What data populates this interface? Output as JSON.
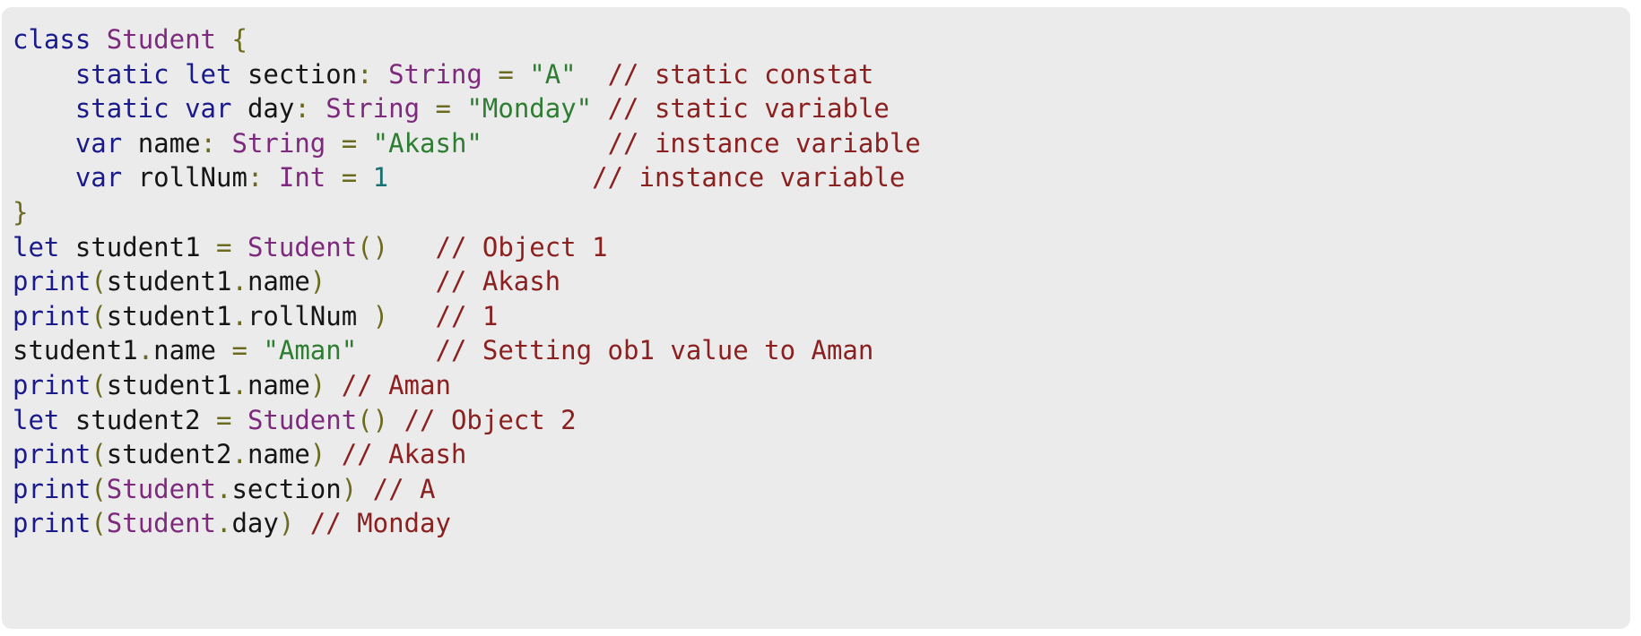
{
  "panel": {
    "background_color": "#ebebeb",
    "page_background_color": "#ffffff",
    "corner_radius": "11px"
  },
  "theme": {
    "keyword_color": "#1a1a8c",
    "type_color": "#7d2a7d",
    "string_color": "#2e7d32",
    "comment_color": "#8b2020",
    "punctuation_color": "#6b6b1f",
    "number_color": "#1a7070",
    "plain_color": "#151515"
  },
  "code": {
    "language": "swift",
    "lines": [
      {
        "index": 0,
        "text": "class Student {",
        "tokens": [
          {
            "t": "class",
            "k": "keyword"
          },
          {
            "t": " ",
            "k": "plain"
          },
          {
            "t": "Student",
            "k": "type"
          },
          {
            "t": " ",
            "k": "plain"
          },
          {
            "t": "{",
            "k": "punct"
          }
        ]
      },
      {
        "index": 1,
        "text": "    static let section: String = \"A\"  // static constat",
        "tokens": [
          {
            "t": "    ",
            "k": "plain"
          },
          {
            "t": "static",
            "k": "keyword"
          },
          {
            "t": " ",
            "k": "plain"
          },
          {
            "t": "let",
            "k": "keyword"
          },
          {
            "t": " ",
            "k": "plain"
          },
          {
            "t": "section",
            "k": "plain"
          },
          {
            "t": ":",
            "k": "punct"
          },
          {
            "t": " ",
            "k": "plain"
          },
          {
            "t": "String",
            "k": "type"
          },
          {
            "t": " ",
            "k": "plain"
          },
          {
            "t": "=",
            "k": "punct"
          },
          {
            "t": " ",
            "k": "plain"
          },
          {
            "t": "\"A\"",
            "k": "string"
          },
          {
            "t": "  ",
            "k": "plain"
          },
          {
            "t": "// static constat",
            "k": "comment"
          }
        ]
      },
      {
        "index": 2,
        "text": "    static var day: String = \"Monday\" // static variable",
        "tokens": [
          {
            "t": "    ",
            "k": "plain"
          },
          {
            "t": "static",
            "k": "keyword"
          },
          {
            "t": " ",
            "k": "plain"
          },
          {
            "t": "var",
            "k": "keyword"
          },
          {
            "t": " ",
            "k": "plain"
          },
          {
            "t": "day",
            "k": "plain"
          },
          {
            "t": ":",
            "k": "punct"
          },
          {
            "t": " ",
            "k": "plain"
          },
          {
            "t": "String",
            "k": "type"
          },
          {
            "t": " ",
            "k": "plain"
          },
          {
            "t": "=",
            "k": "punct"
          },
          {
            "t": " ",
            "k": "plain"
          },
          {
            "t": "\"Monday\"",
            "k": "string"
          },
          {
            "t": " ",
            "k": "plain"
          },
          {
            "t": "// static variable",
            "k": "comment"
          }
        ]
      },
      {
        "index": 3,
        "text": "    var name: String = \"Akash\"        // instance variable",
        "tokens": [
          {
            "t": "    ",
            "k": "plain"
          },
          {
            "t": "var",
            "k": "keyword"
          },
          {
            "t": " ",
            "k": "plain"
          },
          {
            "t": "name",
            "k": "plain"
          },
          {
            "t": ":",
            "k": "punct"
          },
          {
            "t": " ",
            "k": "plain"
          },
          {
            "t": "String",
            "k": "type"
          },
          {
            "t": " ",
            "k": "plain"
          },
          {
            "t": "=",
            "k": "punct"
          },
          {
            "t": " ",
            "k": "plain"
          },
          {
            "t": "\"Akash\"",
            "k": "string"
          },
          {
            "t": "        ",
            "k": "plain"
          },
          {
            "t": "// instance variable",
            "k": "comment"
          }
        ]
      },
      {
        "index": 4,
        "text": "    var rollNum: Int = 1             // instance variable",
        "tokens": [
          {
            "t": "    ",
            "k": "plain"
          },
          {
            "t": "var",
            "k": "keyword"
          },
          {
            "t": " ",
            "k": "plain"
          },
          {
            "t": "rollNum",
            "k": "plain"
          },
          {
            "t": ":",
            "k": "punct"
          },
          {
            "t": " ",
            "k": "plain"
          },
          {
            "t": "Int",
            "k": "type"
          },
          {
            "t": " ",
            "k": "plain"
          },
          {
            "t": "=",
            "k": "punct"
          },
          {
            "t": " ",
            "k": "plain"
          },
          {
            "t": "1",
            "k": "number"
          },
          {
            "t": "             ",
            "k": "plain"
          },
          {
            "t": "// instance variable",
            "k": "comment"
          }
        ]
      },
      {
        "index": 5,
        "text": "}",
        "tokens": [
          {
            "t": "}",
            "k": "punct"
          }
        ]
      },
      {
        "index": 6,
        "text": "let student1 = Student()   // Object 1",
        "tokens": [
          {
            "t": "let",
            "k": "keyword"
          },
          {
            "t": " ",
            "k": "plain"
          },
          {
            "t": "student1",
            "k": "plain"
          },
          {
            "t": " ",
            "k": "plain"
          },
          {
            "t": "=",
            "k": "punct"
          },
          {
            "t": " ",
            "k": "plain"
          },
          {
            "t": "Student",
            "k": "type"
          },
          {
            "t": "()",
            "k": "punct"
          },
          {
            "t": "   ",
            "k": "plain"
          },
          {
            "t": "// Object 1",
            "k": "comment"
          }
        ]
      },
      {
        "index": 7,
        "text": "print(student1.name)       // Akash",
        "tokens": [
          {
            "t": "print",
            "k": "keyword"
          },
          {
            "t": "(",
            "k": "punct"
          },
          {
            "t": "student1",
            "k": "plain"
          },
          {
            "t": ".",
            "k": "punct"
          },
          {
            "t": "name",
            "k": "plain"
          },
          {
            "t": ")",
            "k": "punct"
          },
          {
            "t": "       ",
            "k": "plain"
          },
          {
            "t": "// Akash",
            "k": "comment"
          }
        ]
      },
      {
        "index": 8,
        "text": "print(student1.rollNum )   // 1",
        "tokens": [
          {
            "t": "print",
            "k": "keyword"
          },
          {
            "t": "(",
            "k": "punct"
          },
          {
            "t": "student1",
            "k": "plain"
          },
          {
            "t": ".",
            "k": "punct"
          },
          {
            "t": "rollNum",
            "k": "plain"
          },
          {
            "t": " ",
            "k": "plain"
          },
          {
            "t": ")",
            "k": "punct"
          },
          {
            "t": "   ",
            "k": "plain"
          },
          {
            "t": "// 1",
            "k": "comment"
          }
        ]
      },
      {
        "index": 9,
        "text": "student1.name = \"Aman\"     // Setting ob1 value to Aman",
        "tokens": [
          {
            "t": "student1",
            "k": "plain"
          },
          {
            "t": ".",
            "k": "punct"
          },
          {
            "t": "name",
            "k": "plain"
          },
          {
            "t": " ",
            "k": "plain"
          },
          {
            "t": "=",
            "k": "punct"
          },
          {
            "t": " ",
            "k": "plain"
          },
          {
            "t": "\"Aman\"",
            "k": "string"
          },
          {
            "t": "     ",
            "k": "plain"
          },
          {
            "t": "// Setting ob1 value to Aman",
            "k": "comment"
          }
        ]
      },
      {
        "index": 10,
        "text": "print(student1.name) // Aman",
        "tokens": [
          {
            "t": "print",
            "k": "keyword"
          },
          {
            "t": "(",
            "k": "punct"
          },
          {
            "t": "student1",
            "k": "plain"
          },
          {
            "t": ".",
            "k": "punct"
          },
          {
            "t": "name",
            "k": "plain"
          },
          {
            "t": ")",
            "k": "punct"
          },
          {
            "t": " ",
            "k": "plain"
          },
          {
            "t": "// Aman",
            "k": "comment"
          }
        ]
      },
      {
        "index": 11,
        "text": "let student2 = Student() // Object 2",
        "tokens": [
          {
            "t": "let",
            "k": "keyword"
          },
          {
            "t": " ",
            "k": "plain"
          },
          {
            "t": "student2",
            "k": "plain"
          },
          {
            "t": " ",
            "k": "plain"
          },
          {
            "t": "=",
            "k": "punct"
          },
          {
            "t": " ",
            "k": "plain"
          },
          {
            "t": "Student",
            "k": "type"
          },
          {
            "t": "()",
            "k": "punct"
          },
          {
            "t": " ",
            "k": "plain"
          },
          {
            "t": "// Object 2",
            "k": "comment"
          }
        ]
      },
      {
        "index": 12,
        "text": "print(student2.name) // Akash",
        "tokens": [
          {
            "t": "print",
            "k": "keyword"
          },
          {
            "t": "(",
            "k": "punct"
          },
          {
            "t": "student2",
            "k": "plain"
          },
          {
            "t": ".",
            "k": "punct"
          },
          {
            "t": "name",
            "k": "plain"
          },
          {
            "t": ")",
            "k": "punct"
          },
          {
            "t": " ",
            "k": "plain"
          },
          {
            "t": "// Akash",
            "k": "comment"
          }
        ]
      },
      {
        "index": 13,
        "text": "print(Student.section) // A",
        "tokens": [
          {
            "t": "print",
            "k": "keyword"
          },
          {
            "t": "(",
            "k": "punct"
          },
          {
            "t": "Student",
            "k": "type"
          },
          {
            "t": ".",
            "k": "punct"
          },
          {
            "t": "section",
            "k": "plain"
          },
          {
            "t": ")",
            "k": "punct"
          },
          {
            "t": " ",
            "k": "plain"
          },
          {
            "t": "// A",
            "k": "comment"
          }
        ]
      },
      {
        "index": 14,
        "text": "print(Student.day) // Monday",
        "tokens": [
          {
            "t": "print",
            "k": "keyword"
          },
          {
            "t": "(",
            "k": "punct"
          },
          {
            "t": "Student",
            "k": "type"
          },
          {
            "t": ".",
            "k": "punct"
          },
          {
            "t": "day",
            "k": "plain"
          },
          {
            "t": ")",
            "k": "punct"
          },
          {
            "t": " ",
            "k": "plain"
          },
          {
            "t": "// Monday",
            "k": "comment"
          }
        ]
      }
    ]
  }
}
